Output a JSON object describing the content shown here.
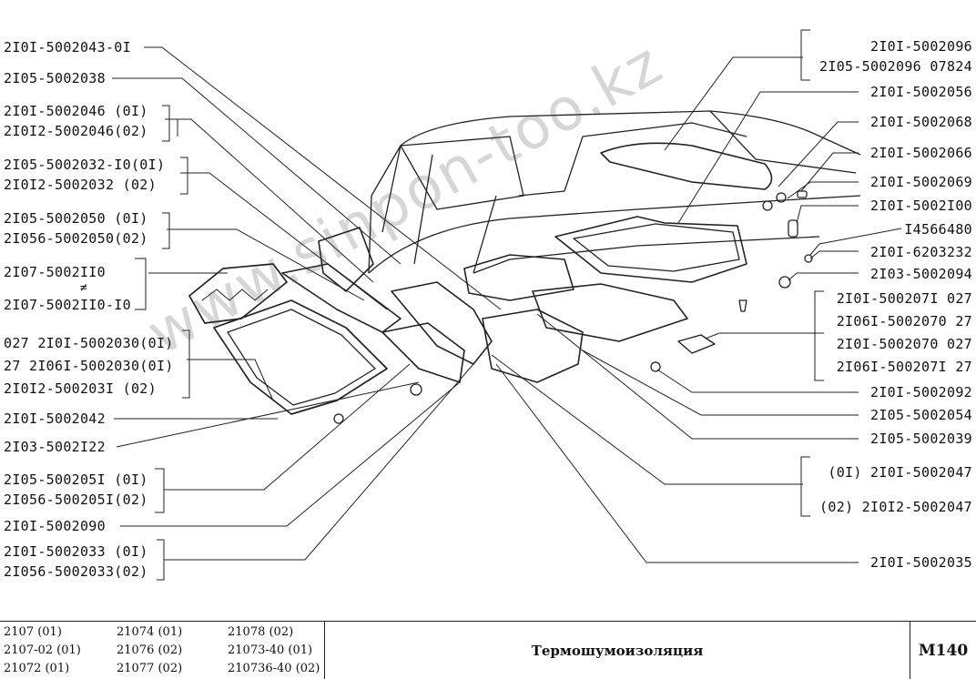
{
  "left_labels": [
    {
      "id": "l1",
      "lines": [
        "2I0I-5002043-0I"
      ]
    },
    {
      "id": "l2",
      "lines": [
        "2I05-5002038"
      ]
    },
    {
      "id": "l3",
      "lines": [
        "2I0I-5002046 (0I)",
        "2I0I2-5002046(02)"
      ]
    },
    {
      "id": "l4",
      "lines": [
        "2I05-5002032-I0(0I)",
        "2I0I2-5002032  (02)"
      ]
    },
    {
      "id": "l5",
      "lines": [
        "2I05-5002050 (0I)",
        "2I056-5002050(02)"
      ]
    },
    {
      "id": "l6",
      "lines": [
        "2I07-5002II0",
        "≠",
        "2I07-5002II0-I0"
      ]
    },
    {
      "id": "l7",
      "lines": [
        "027 2I0I-5002030(0I)",
        "27 2I06I-5002030(0I)",
        "2I0I2-500203I (02)"
      ]
    },
    {
      "id": "l8",
      "lines": [
        "2I0I-5002042"
      ]
    },
    {
      "id": "l9",
      "lines": [
        "2I03-5002I22"
      ]
    },
    {
      "id": "l10",
      "lines": [
        "2I05-500205I (0I)",
        "2I056-500205I(02)"
      ]
    },
    {
      "id": "l11",
      "lines": [
        "2I0I-5002090"
      ]
    },
    {
      "id": "l12",
      "lines": [
        "2I0I-5002033 (0I)",
        "2I056-5002033(02)"
      ]
    }
  ],
  "right_labels": [
    {
      "id": "r1",
      "lines": [
        "2I0I-5002096",
        "2I05-5002096 07824"
      ]
    },
    {
      "id": "r2",
      "lines": [
        "2I0I-5002056"
      ]
    },
    {
      "id": "r3",
      "lines": [
        "2I0I-5002068"
      ]
    },
    {
      "id": "r4",
      "lines": [
        "2I0I-5002066"
      ]
    },
    {
      "id": "r5",
      "lines": [
        "2I0I-5002069"
      ]
    },
    {
      "id": "r6",
      "lines": [
        "2I0I-5002I00"
      ]
    },
    {
      "id": "r7",
      "lines": [
        "I4566480"
      ]
    },
    {
      "id": "r8",
      "lines": [
        "2I0I-6203232"
      ]
    },
    {
      "id": "r9",
      "lines": [
        "2I03-5002094"
      ]
    },
    {
      "id": "r10",
      "lines": [
        "2I0I-500207I 027",
        "2I06I-5002070 27",
        "2I0I-5002070 027",
        "2I06I-500207I 27"
      ]
    },
    {
      "id": "r11",
      "lines": [
        "2I0I-5002092"
      ]
    },
    {
      "id": "r12",
      "lines": [
        "2I05-5002054"
      ]
    },
    {
      "id": "r13",
      "lines": [
        "2I05-5002039"
      ]
    },
    {
      "id": "r14",
      "lines": [
        "(0I)  2I0I-5002047",
        "(02) 2I0I2-5002047"
      ]
    },
    {
      "id": "r15",
      "lines": [
        "2I0I-5002035"
      ]
    }
  ],
  "footer": {
    "models": [
      [
        "2107 (01)",
        "21074 (01)",
        "21078 (02)"
      ],
      [
        "2107-02 (01)",
        "21076 (02)",
        "21073-40 (01)"
      ],
      [
        "21072 (01)",
        "21077 (02)",
        "210736-40 (02)"
      ]
    ],
    "title": "Термошумоизоляция",
    "code": "M140"
  },
  "watermark": "www.sinpon-too.kz"
}
